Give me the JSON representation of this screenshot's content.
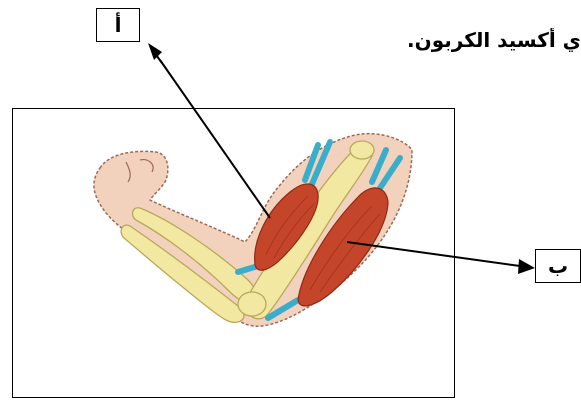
{
  "heading_text": "ي أكسيد الكربون.",
  "labels": {
    "a": "أ",
    "b": "ب"
  },
  "colors": {
    "skin": "#f3d2bd",
    "skin_outline": "#9a6a55",
    "muscle": "#c5452a",
    "muscle_dark": "#8e2a15",
    "bone": "#f2e8a2",
    "bone_outline": "#b8a85a",
    "tendon": "#39aecb",
    "line": "#000000"
  }
}
